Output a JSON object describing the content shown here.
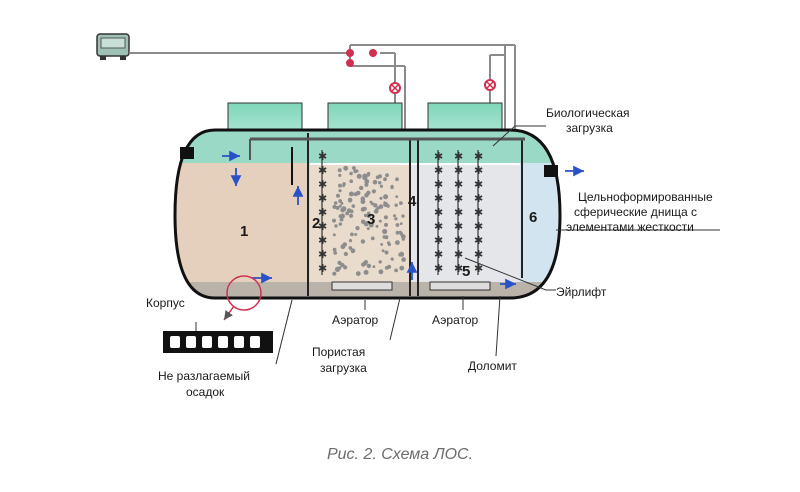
{
  "diagram": {
    "zones": [
      "1",
      "2",
      "3",
      "4",
      "5",
      "6"
    ],
    "labels": {
      "bio_load": [
        "Биологическая",
        "загрузка"
      ],
      "heads": [
        "Цельноформированные",
        "сферические днища с",
        "элементами жесткости"
      ],
      "airlift": "Эйрлифт",
      "body": "Корпус",
      "aerator_left": "Аэратор",
      "aerator_right": "Аэратор",
      "porous": [
        "Пористая",
        "загрузка"
      ],
      "dolomite": "Доломит",
      "sludge": [
        "Не разлагаемый",
        "осадок"
      ]
    },
    "colors": {
      "water": "#e8d5c4",
      "water_blue": "#cfe3f0",
      "tank_top": "#8ed8c4",
      "lid": "#7fd6b8",
      "outline": "#111111",
      "arrow": "#2a52c8",
      "valve": "#d03050",
      "pipe": "#9a9a9a"
    }
  },
  "caption": "Рис. 2. Схема ЛОС."
}
